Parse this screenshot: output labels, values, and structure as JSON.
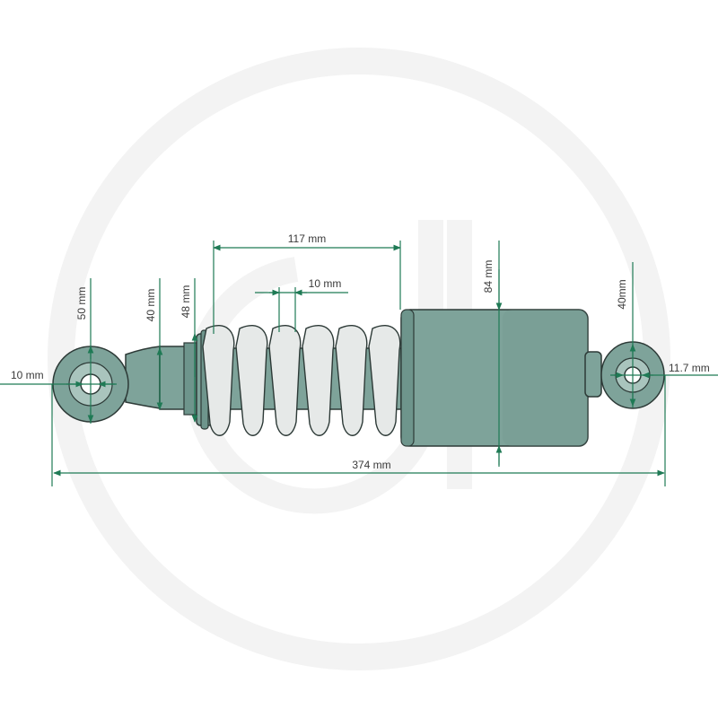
{
  "colors": {
    "body": "#7ea39a",
    "body_shadow": "#5f857c",
    "spring": "#e6e9e8",
    "outline": "#2d3a37",
    "dimension": "#1f7a55",
    "watermark": "#f3f3f3",
    "text": "#3a3a3a"
  },
  "dimensions": {
    "eye_hole_left": "10 mm",
    "eye_height_left": "50 mm",
    "rod_diameter": "40 mm",
    "collar_diameter": "48 mm",
    "spring_length": "117 mm",
    "spring_pitch": "10 mm",
    "cylinder_diameter": "84 mm",
    "eye_height_right": "40mm",
    "eye_hole_right": "11.7 mm",
    "overall_length": "374 mm"
  }
}
